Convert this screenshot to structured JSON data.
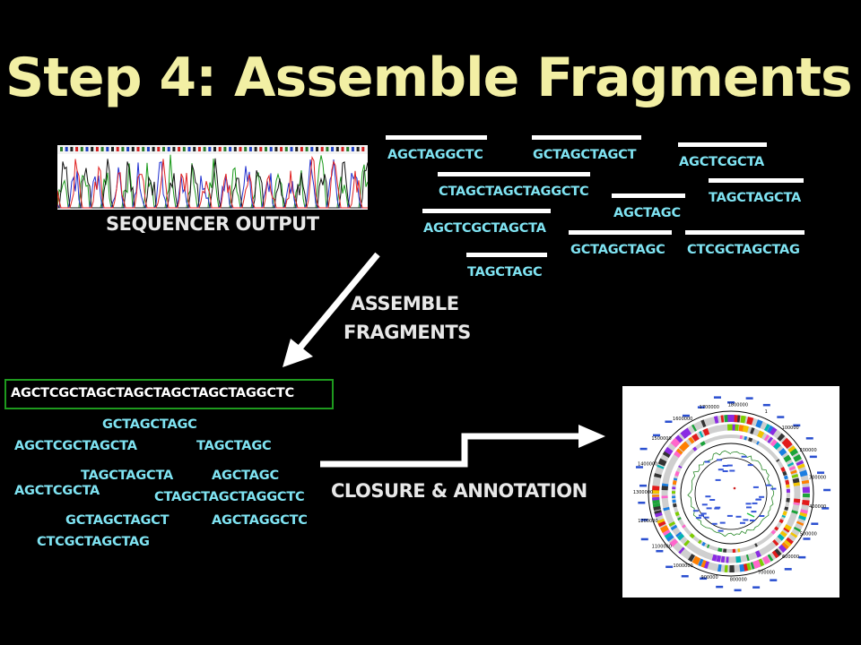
{
  "title": "Step 4:  Assemble Fragments",
  "colors": {
    "title": "#F2EFA4",
    "fragment": "#7FE3F2",
    "label": "#E8E8E8",
    "consensus_text": "#FFFFFF",
    "consensus_border": "#1E9A1E",
    "background": "#000000"
  },
  "labels": {
    "sequencer_output": "SEQUENCER OUTPUT",
    "assemble_line1": "ASSEMBLE",
    "assemble_line2": "FRAGMENTS",
    "closure": "CLOSURE & ANNOTATION"
  },
  "reads_top": [
    "AGCTAGGCTC",
    "GCTAGCTAGCT",
    "AGCTCGCTA",
    "CTAGCTAGCTAGGCTC",
    "TAGCTAGCTA",
    "AGCTAGC",
    "AGCTCGCTAGCTA",
    "GCTAGCTAGC",
    "CTCGCTAGCTAG",
    "TAGCTAGC"
  ],
  "consensus": "AGCTCGCTAGCTAGCTAGCTAGCTAGGCTC",
  "reads_bottom": [
    "GCTAGCTAGC",
    "AGCTCGCTAGCTA",
    "TAGCTAGC",
    "TAGCTAGCTA",
    "AGCTAGC",
    "AGCTCGCTA",
    "CTAGCTAGCTAGGCTC",
    "GCTAGCTAGCT",
    "AGCTAGGCTC",
    "CTCGCTAGCTAG"
  ],
  "genome_map": {
    "positions": [
      "1700000",
      "1800000",
      "1",
      "100000",
      "200000",
      "300000",
      "400000",
      "500000",
      "600000",
      "700000",
      "800000",
      "900000",
      "1000000",
      "1100000",
      "1200000",
      "1300000",
      "1400000",
      "1500000",
      "1600000"
    ]
  }
}
